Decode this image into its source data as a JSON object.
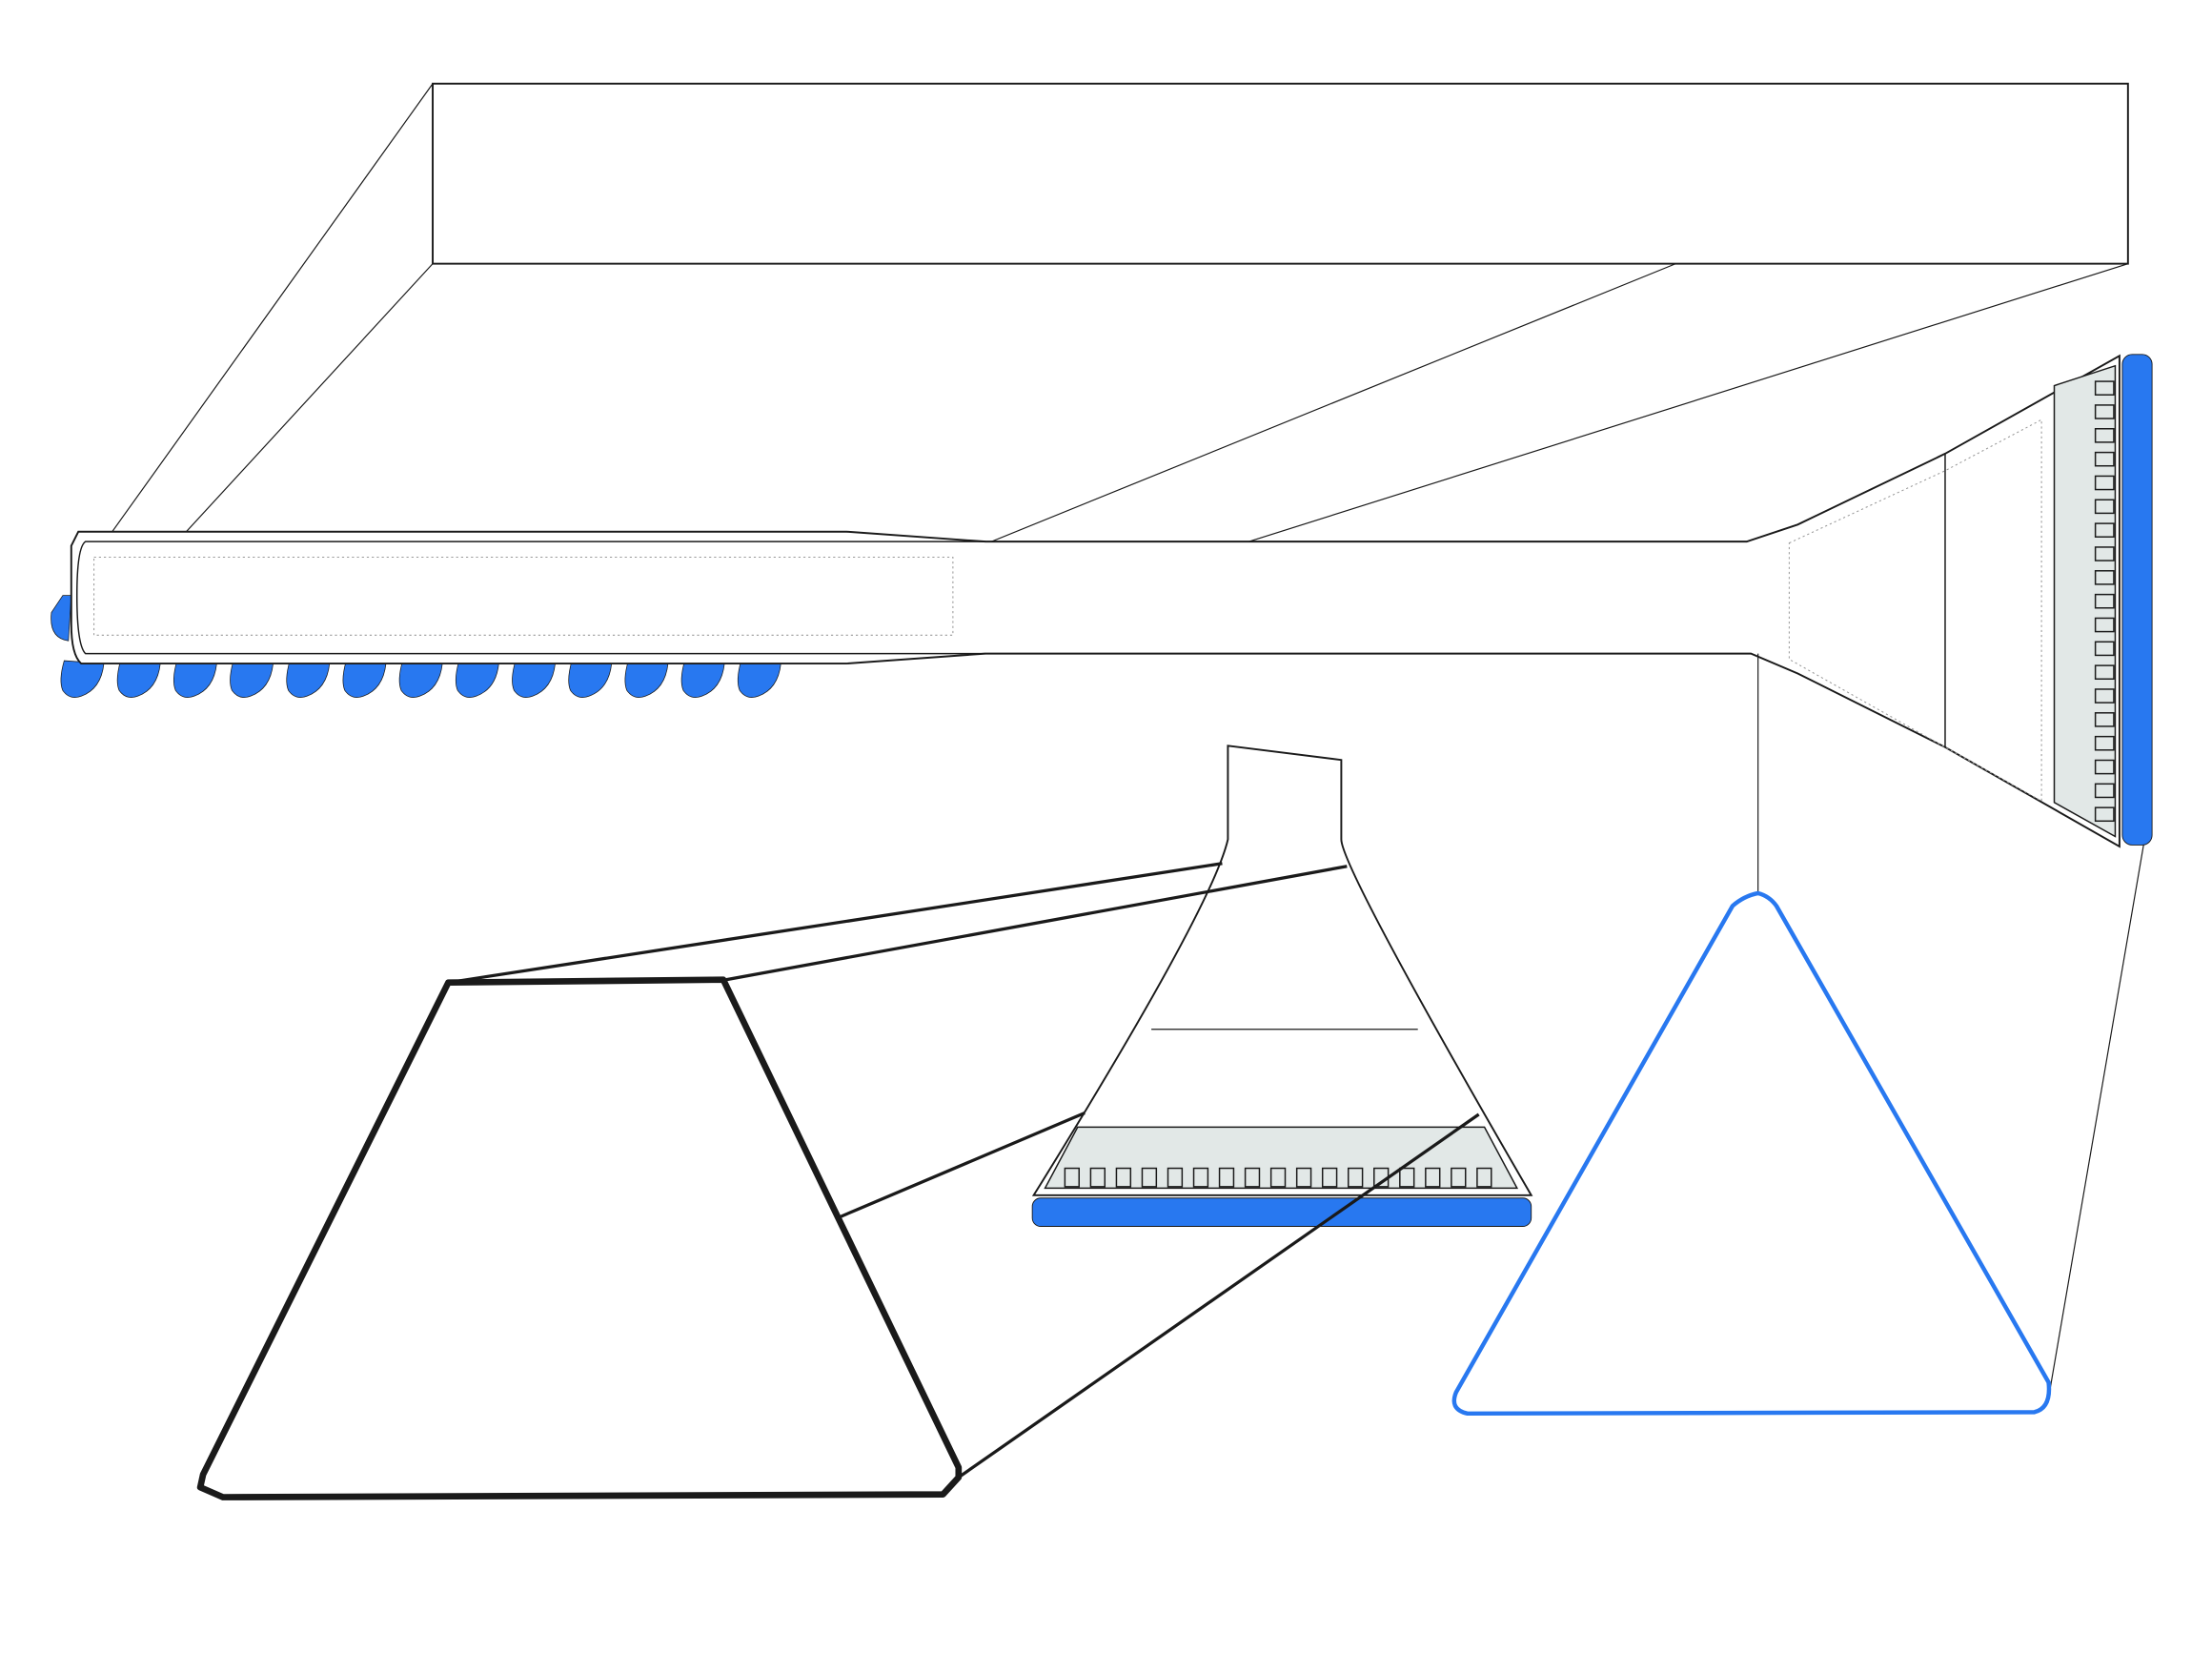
{
  "colors": {
    "accent_blue": "#2878f0",
    "outline": "#1a1a1a",
    "panel_gray": "#e2e8e7",
    "background": "#ffffff"
  },
  "diagram": {
    "nozzle_drop_count": 13,
    "side_panel_teeth_count": 19,
    "funnel_teeth_count": 17
  }
}
